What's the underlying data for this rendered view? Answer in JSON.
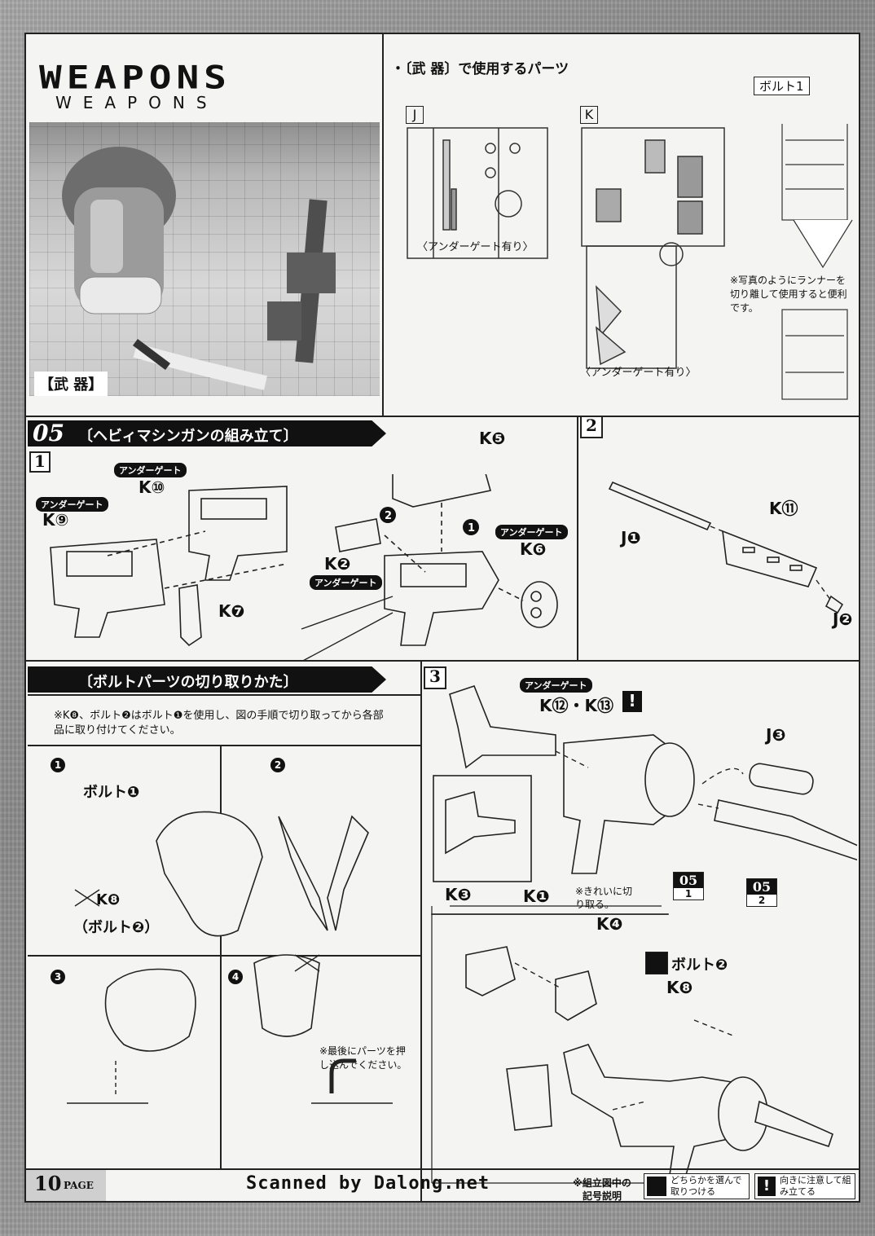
{
  "header": {
    "logo_text": "WEAPONS",
    "subtitle": "WEAPONS",
    "photo_caption": "【武 器】",
    "parts_title": "・〔武 器〕で使用するパーツ",
    "runner_j": "J",
    "runner_k": "K",
    "runner_bolt": "ボルト1",
    "undergate_j": "〈アンダーゲート有り〉",
    "undergate_k": "〈アンダーゲート有り〉",
    "bolt_note": "※写真のようにランナーを切り離して使用すると便利です。"
  },
  "step05": {
    "number": "05",
    "title": "〔ヘビィマシンガンの組み立て〕",
    "sub1": "1",
    "sub2": "2",
    "sub3": "3",
    "undergate": "アンダーゲート",
    "parts": {
      "k9": "K⑨",
      "k10": "K⑩",
      "k7": "K❼",
      "k5": "K❺",
      "k2": "K❷",
      "k6": "K❻",
      "j1": "J❶",
      "k11": "K⑪",
      "j2": "J❷",
      "k12k13": "K⑫・K⑬",
      "j3": "J❸",
      "k3": "K❸",
      "k1": "K❶",
      "k4": "K❹",
      "k8": "K❽",
      "bolt2": "ボルト❷"
    },
    "ref_05_1_top": "05",
    "ref_05_1_bottom": "1",
    "ref_05_2_top": "05",
    "ref_05_2_bottom": "2",
    "clean_cut_note": "※きれいに切り取る。",
    "arrow_num1": "1",
    "arrow_num2": "2"
  },
  "bolt_section": {
    "title": "〔ボルトパーツの切り取りかた〕",
    "intro": "※K❽、ボルト❷はボルト❶を使用し、図の手順で切り取ってから各部品に取り付けてください。",
    "step1": "1",
    "step2": "2",
    "step3": "3",
    "step4": "4",
    "bolt1_label": "ボルト❶",
    "k8_label": "K❽",
    "k8_sub": "（ボルト❷）",
    "push_note": "※最後にパーツを押し込んでください。"
  },
  "footer": {
    "page_num": "10",
    "page_word": "PAGE",
    "scanned": "Scanned by Dalong.net",
    "legend_title": "※組立図中の記号説明",
    "legend1": "どちらかを選んで取りつける",
    "legend2": "向きに注意して組み立てる"
  }
}
